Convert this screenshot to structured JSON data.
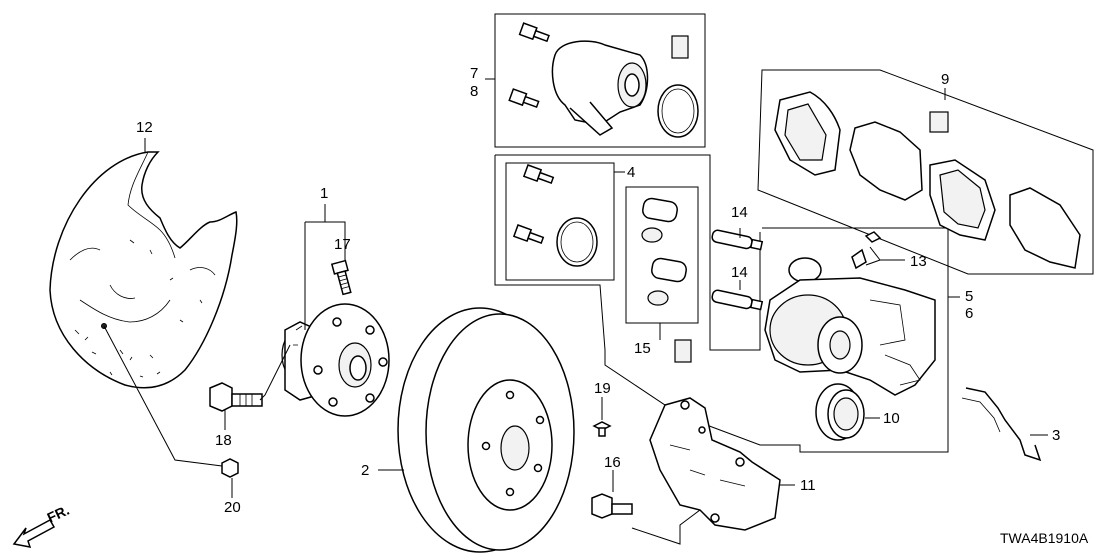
{
  "diagram": {
    "code": "TWA4B1910A",
    "direction_label": "FR.",
    "labels": {
      "p1": "1",
      "p2": "2",
      "p3": "3",
      "p4": "4",
      "p5": "5",
      "p6": "6",
      "p7": "7",
      "p8": "8",
      "p9": "9",
      "p10": "10",
      "p11": "11",
      "p12": "12",
      "p13": "13",
      "p14a": "14",
      "p14b": "14",
      "p15": "15",
      "p16": "16",
      "p17": "17",
      "p18": "18",
      "p19": "19",
      "p20": "20"
    }
  }
}
